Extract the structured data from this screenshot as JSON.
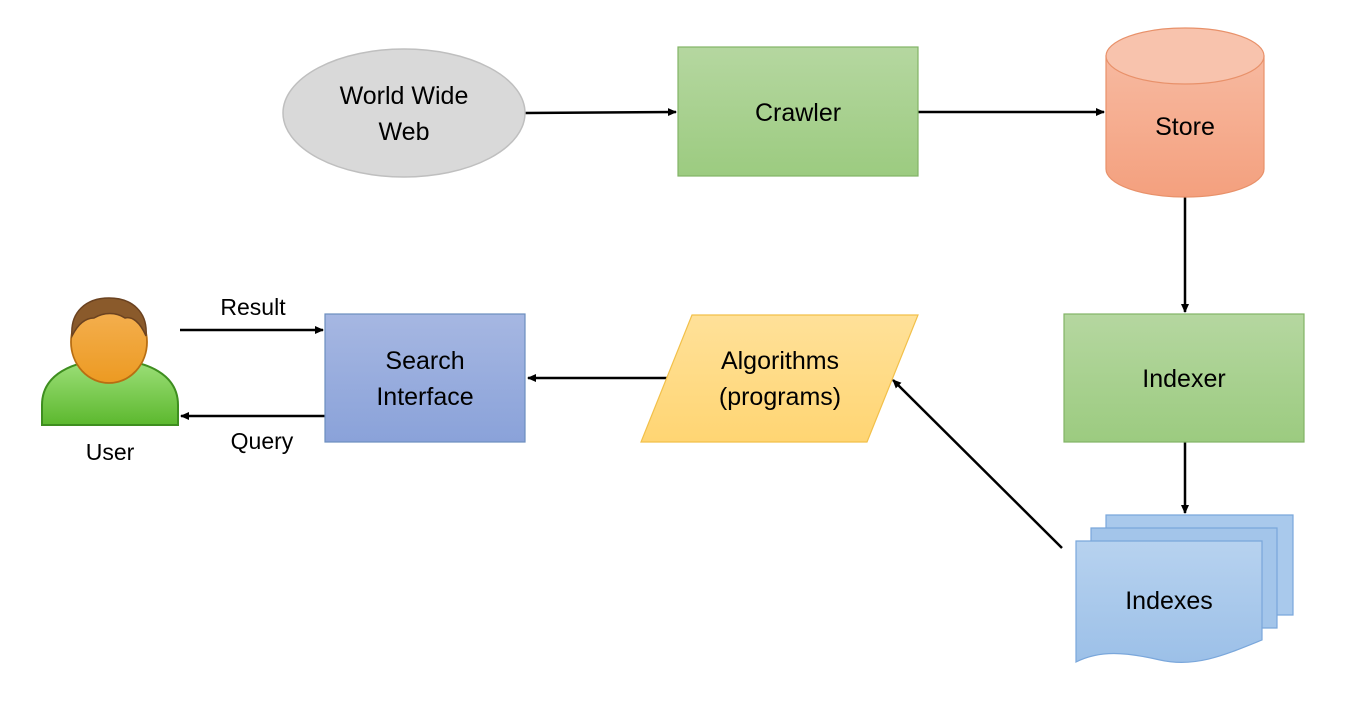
{
  "diagram": {
    "nodes": {
      "www": {
        "line1": "World Wide",
        "line2": "Web",
        "shape": "ellipse",
        "color": "#d9d9d9"
      },
      "crawler": {
        "label": "Crawler",
        "shape": "rectangle",
        "color": "#a9d18e"
      },
      "store": {
        "label": "Store",
        "shape": "cylinder",
        "color": "#f4b183"
      },
      "indexer": {
        "label": "Indexer",
        "shape": "rectangle",
        "color": "#a9d18e"
      },
      "indexes": {
        "label": "Indexes",
        "shape": "multi-document",
        "color": "#9dc3e6"
      },
      "algorithms": {
        "line1": "Algorithms",
        "line2": "(programs)",
        "shape": "parallelogram",
        "color": "#ffd966"
      },
      "search_interface": {
        "line1": "Search",
        "line2": "Interface",
        "shape": "rectangle",
        "color": "#8faadc"
      },
      "user": {
        "label": "User",
        "icon": "user-icon",
        "color": "#70ad47"
      }
    },
    "edges": {
      "result": {
        "label": "Result"
      },
      "query": {
        "label": "Query"
      }
    }
  }
}
